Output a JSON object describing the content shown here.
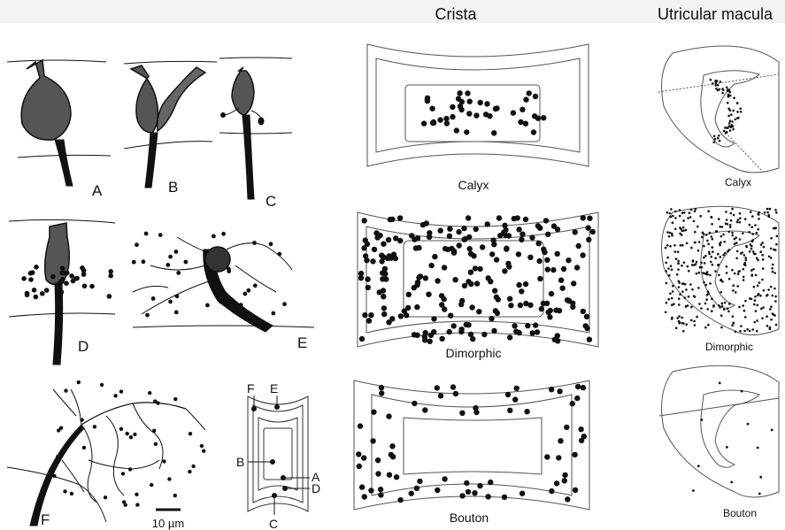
{
  "header": {
    "crista": "Crista",
    "utricle": "Utricular macula"
  },
  "panels": {
    "a": "A",
    "b": "B",
    "c": "C",
    "d": "D",
    "e": "E",
    "f": "F"
  },
  "scale_bar": {
    "label": "10 µm"
  },
  "schematic_labels": {
    "f": "F",
    "e": "E",
    "b": "B",
    "a": "A",
    "d": "D",
    "c": "C"
  },
  "crista_maps": {
    "calyx": "Calyx",
    "dimorphic": "Dimorphic",
    "bouton": "Bouton"
  },
  "macula_maps": {
    "calyx": "Calyx",
    "dimorphic": "Dimorphic",
    "bouton": "Bouton"
  },
  "colors": {
    "ink": "#111111",
    "fill": "#2b2b2b",
    "outline": "#555555"
  }
}
